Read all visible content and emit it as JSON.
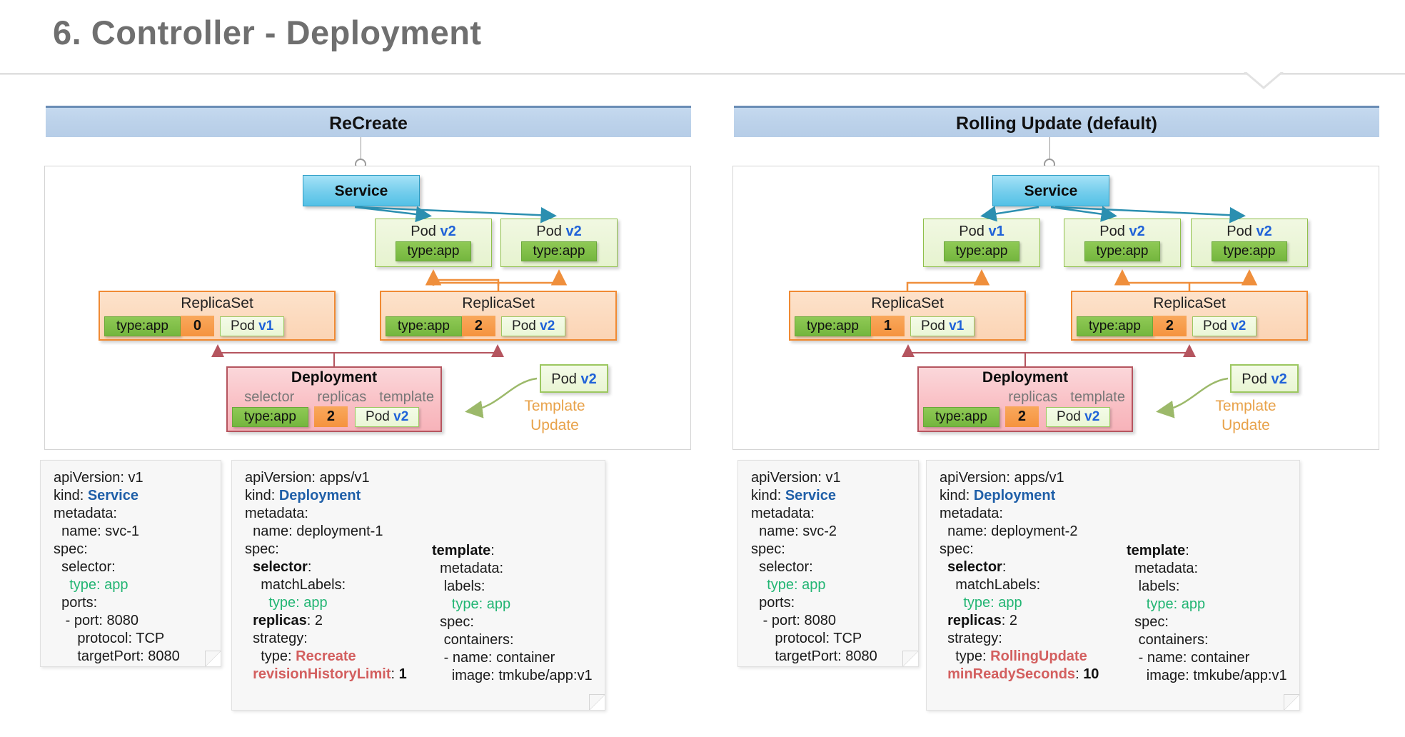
{
  "header": {
    "title": "6. Controller - Deployment"
  },
  "colors": {
    "panel_header_bg": "#bcd2ea",
    "service_blue": "#53c1e6",
    "pod_green": "#74b63e",
    "replicaset_orange": "#f08a33",
    "deployment_pink": "#b5555f",
    "template_update_orange": "#e8a24a",
    "yaml_key_blue": "#1f5fa8",
    "yaml_value_green": "#22b573",
    "yaml_value_red": "#d35f5f"
  },
  "panels": [
    {
      "id": "recreate",
      "title": "ReCreate",
      "service": {
        "label": "Service"
      },
      "pods": [
        {
          "title": "Pod",
          "version": "v2",
          "label": "type:app"
        },
        {
          "title": "Pod",
          "version": "v2",
          "label": "type:app"
        }
      ],
      "replicasets": [
        {
          "title": "ReplicaSet",
          "selector": "type:app",
          "count": "0",
          "pod": "Pod",
          "pod_version": "v1"
        },
        {
          "title": "ReplicaSet",
          "selector": "type:app",
          "count": "2",
          "pod": "Pod",
          "pod_version": "v2"
        }
      ],
      "deployment": {
        "title": "Deployment",
        "label_selector": "selector",
        "label_replicas": "replicas",
        "label_template": "template",
        "selector": "type:app",
        "replicas": "2",
        "template_pod": "Pod",
        "template_pod_version": "v2"
      },
      "template_update": {
        "pod": "Pod",
        "pod_version": "v2",
        "line1": "Template",
        "line2": "Update"
      },
      "yaml_service": [
        [
          {
            "t": "apiVersion: v1"
          }
        ],
        [
          {
            "t": "kind: "
          },
          {
            "t": "Service",
            "c": "k-blue"
          }
        ],
        [
          {
            "t": "metadata:"
          }
        ],
        [
          {
            "t": "  name: svc-1"
          }
        ],
        [
          {
            "t": "spec:"
          }
        ],
        [
          {
            "t": "  selector:"
          }
        ],
        [
          {
            "t": "    type: app",
            "c": "k-green"
          }
        ],
        [
          {
            "t": "  ports:"
          }
        ],
        [
          {
            "t": "   - port: 8080"
          }
        ],
        [
          {
            "t": "      protocol: TCP"
          }
        ],
        [
          {
            "t": "      targetPort: 8080"
          }
        ]
      ],
      "yaml_deployment_left": [
        [
          {
            "t": "apiVersion: apps/v1"
          }
        ],
        [
          {
            "t": "kind: "
          },
          {
            "t": "Deployment",
            "c": "k-blue"
          }
        ],
        [
          {
            "t": "metadata:"
          }
        ],
        [
          {
            "t": "  name: deployment-1"
          }
        ],
        [
          {
            "t": "spec:"
          }
        ],
        [
          {
            "t": "  selector",
            "c": "k-bold"
          },
          {
            "t": ":"
          }
        ],
        [
          {
            "t": "    matchLabels:"
          }
        ],
        [
          {
            "t": "      type: app",
            "c": "k-green"
          }
        ],
        [
          {
            "t": "  replicas",
            "c": "k-bold"
          },
          {
            "t": ": 2"
          }
        ],
        [
          {
            "t": "  strategy:"
          }
        ],
        [
          {
            "t": "    type: "
          },
          {
            "t": "Recreate",
            "c": "k-red"
          }
        ],
        [
          {
            "t": "  revisionHistoryLimit",
            "c": "k-red"
          },
          {
            "t": ": "
          },
          {
            "t": "1",
            "c": "k-bold"
          }
        ]
      ],
      "yaml_deployment_right": [
        [
          {
            "t": "template",
            "c": "k-bold"
          },
          {
            "t": ":"
          }
        ],
        [
          {
            "t": "  metadata:"
          }
        ],
        [
          {
            "t": "   labels:"
          }
        ],
        [
          {
            "t": "     type: app",
            "c": "k-green"
          }
        ],
        [
          {
            "t": "  spec:"
          }
        ],
        [
          {
            "t": "   containers:"
          }
        ],
        [
          {
            "t": "   - name: container"
          }
        ],
        [
          {
            "t": "     image: tmkube/app:v1"
          }
        ]
      ]
    },
    {
      "id": "rolling-update",
      "title": "Rolling Update (default)",
      "service": {
        "label": "Service"
      },
      "pods": [
        {
          "title": "Pod",
          "version": "v1",
          "label": "type:app"
        },
        {
          "title": "Pod",
          "version": "v2",
          "label": "type:app"
        },
        {
          "title": "Pod",
          "version": "v2",
          "label": "type:app"
        }
      ],
      "replicasets": [
        {
          "title": "ReplicaSet",
          "selector": "type:app",
          "count": "1",
          "pod": "Pod",
          "pod_version": "v1"
        },
        {
          "title": "ReplicaSet",
          "selector": "type:app",
          "count": "2",
          "pod": "Pod",
          "pod_version": "v2"
        }
      ],
      "deployment": {
        "title": "Deployment",
        "label_selector": "",
        "label_replicas": "replicas",
        "label_template": "template",
        "selector": "type:app",
        "replicas": "2",
        "template_pod": "Pod",
        "template_pod_version": "v2"
      },
      "template_update": {
        "pod": "Pod",
        "pod_version": "v2",
        "line1": "Template",
        "line2": "Update"
      },
      "yaml_service": [
        [
          {
            "t": "apiVersion: v1"
          }
        ],
        [
          {
            "t": "kind: "
          },
          {
            "t": "Service",
            "c": "k-blue"
          }
        ],
        [
          {
            "t": "metadata:"
          }
        ],
        [
          {
            "t": "  name: svc-2"
          }
        ],
        [
          {
            "t": "spec:"
          }
        ],
        [
          {
            "t": "  selector:"
          }
        ],
        [
          {
            "t": "    type: app",
            "c": "k-green"
          }
        ],
        [
          {
            "t": "  ports:"
          }
        ],
        [
          {
            "t": "   - port: 8080"
          }
        ],
        [
          {
            "t": "      protocol: TCP"
          }
        ],
        [
          {
            "t": "      targetPort: 8080"
          }
        ]
      ],
      "yaml_deployment_left": [
        [
          {
            "t": "apiVersion: apps/v1"
          }
        ],
        [
          {
            "t": "kind: "
          },
          {
            "t": "Deployment",
            "c": "k-blue"
          }
        ],
        [
          {
            "t": "metadata:"
          }
        ],
        [
          {
            "t": "  name: deployment-2"
          }
        ],
        [
          {
            "t": "spec:"
          }
        ],
        [
          {
            "t": "  selector",
            "c": "k-bold"
          },
          {
            "t": ":"
          }
        ],
        [
          {
            "t": "    matchLabels:"
          }
        ],
        [
          {
            "t": "      type: app",
            "c": "k-green"
          }
        ],
        [
          {
            "t": "  replicas",
            "c": "k-bold"
          },
          {
            "t": ": 2"
          }
        ],
        [
          {
            "t": "  strategy:"
          }
        ],
        [
          {
            "t": "    type: "
          },
          {
            "t": "RollingUpdate",
            "c": "k-red"
          }
        ],
        [
          {
            "t": "  minReadySeconds",
            "c": "k-red"
          },
          {
            "t": ": "
          },
          {
            "t": "10",
            "c": "k-bold"
          }
        ]
      ],
      "yaml_deployment_right": [
        [
          {
            "t": "template",
            "c": "k-bold"
          },
          {
            "t": ":"
          }
        ],
        [
          {
            "t": "  metadata:"
          }
        ],
        [
          {
            "t": "   labels:"
          }
        ],
        [
          {
            "t": "     type: app",
            "c": "k-green"
          }
        ],
        [
          {
            "t": "  spec:"
          }
        ],
        [
          {
            "t": "   containers:"
          }
        ],
        [
          {
            "t": "   - name: container"
          }
        ],
        [
          {
            "t": "     image: tmkube/app:v1"
          }
        ]
      ]
    }
  ]
}
